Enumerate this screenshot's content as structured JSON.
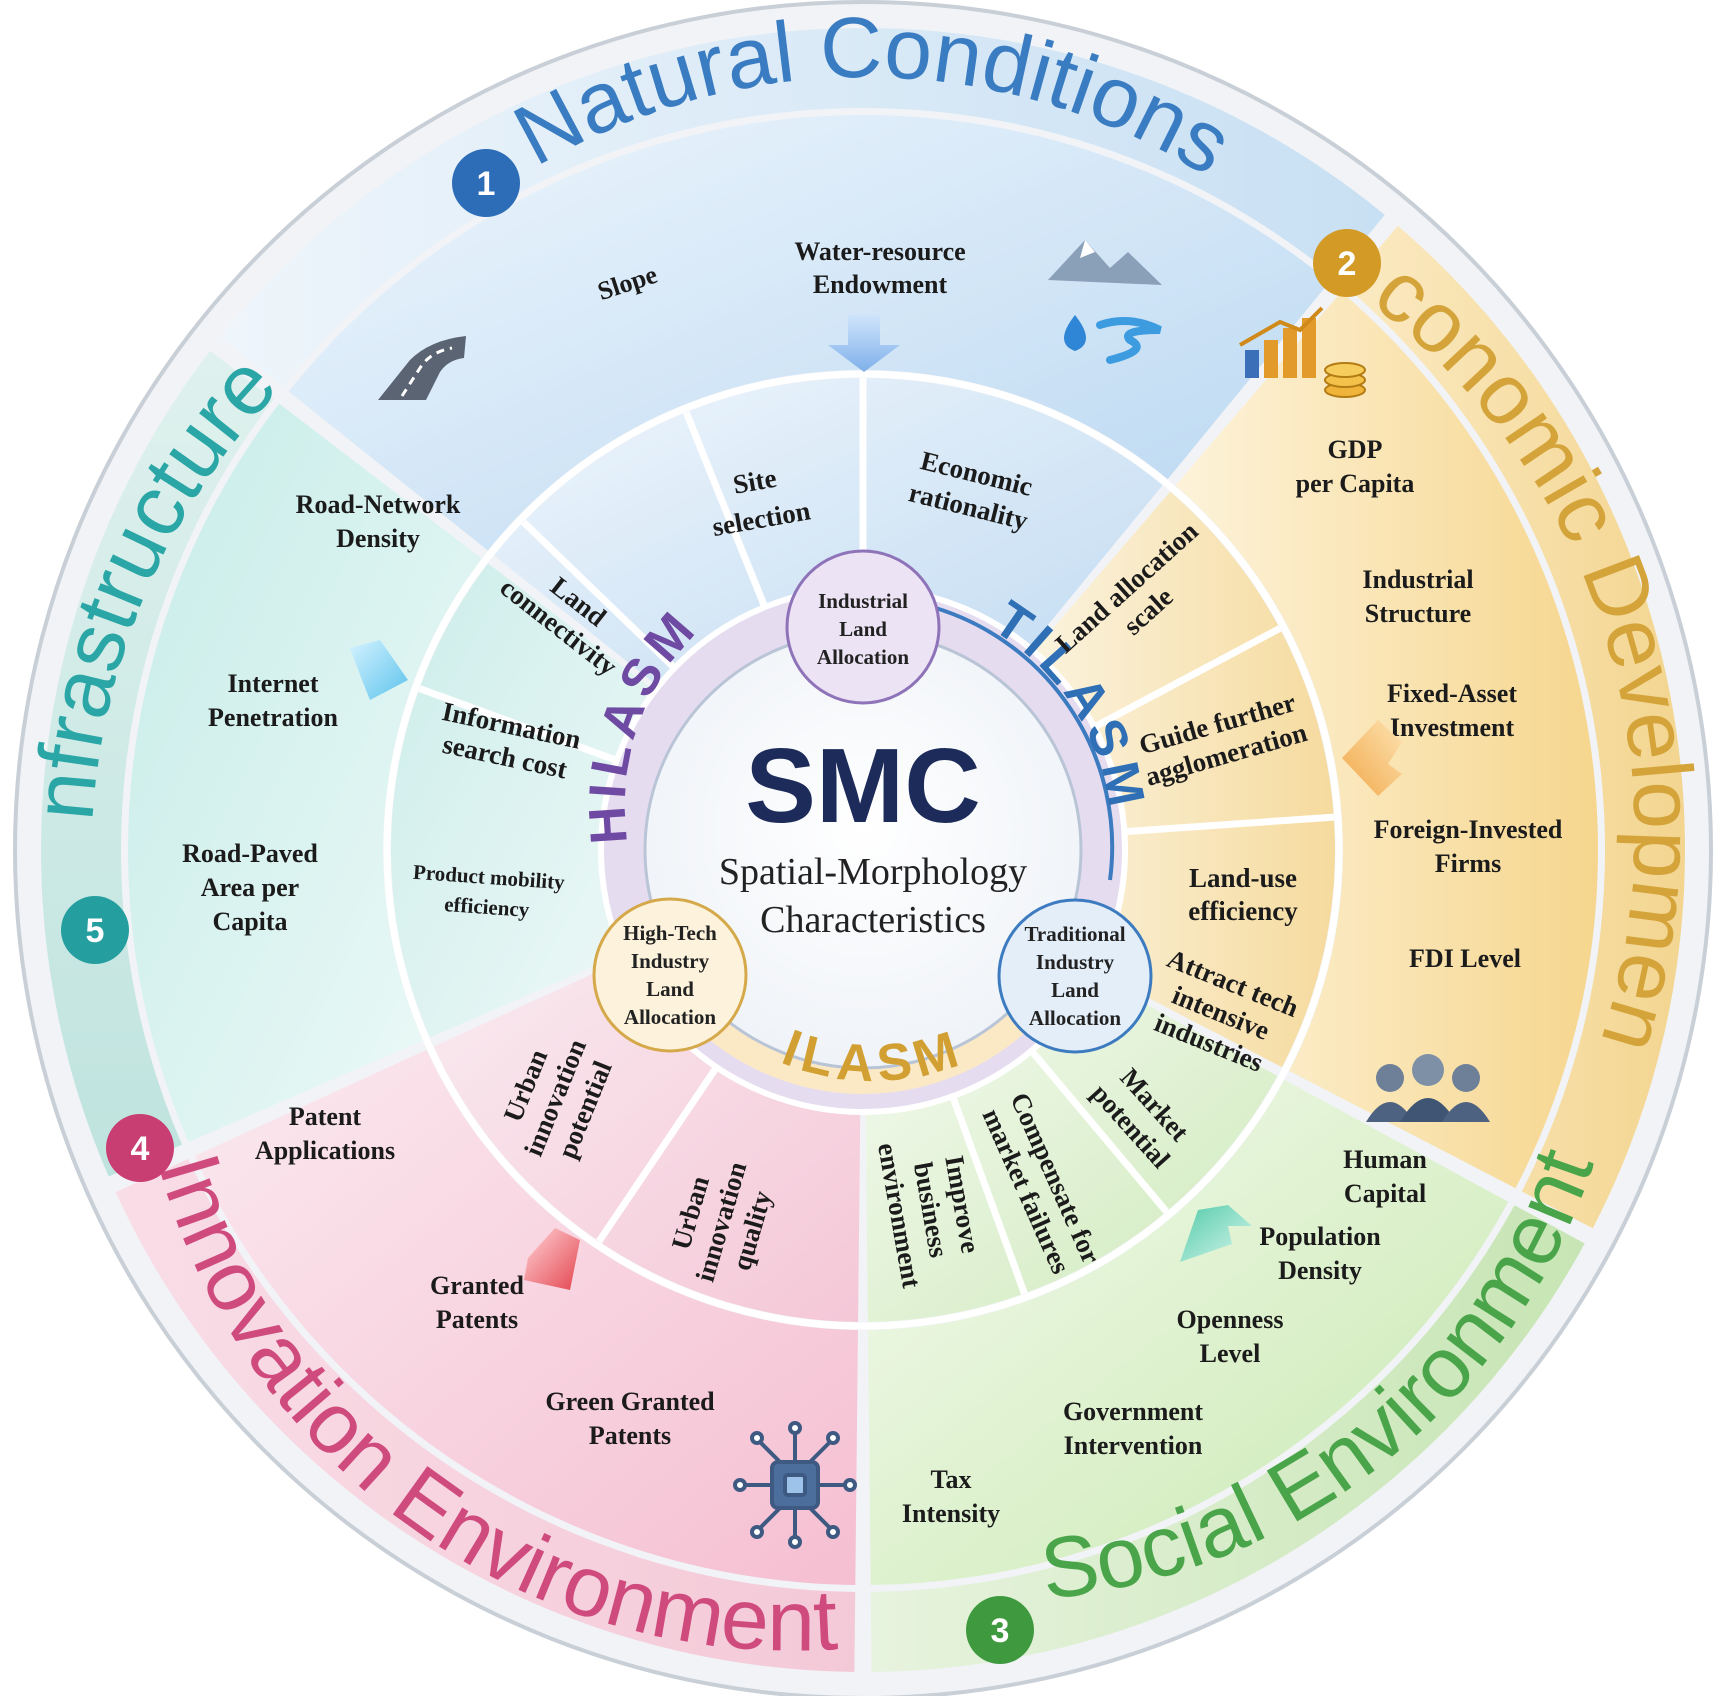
{
  "center": {
    "title": "SMC",
    "subtitle_line1": "Spatial-Morphology",
    "subtitle_line2": "Characteristics"
  },
  "ring_labels": {
    "hilasm": "HILASM",
    "tilasm": "TILASM",
    "ilasm": "ILASM"
  },
  "allocation_circles": {
    "industrial": [
      "Industrial",
      "Land",
      "Allocation"
    ],
    "high_tech": [
      "High-Tech",
      "Industry",
      "Land",
      "Allocation"
    ],
    "traditional": [
      "Traditional",
      "Industry",
      "Land",
      "Allocation"
    ]
  },
  "sectors": {
    "natural": {
      "number": "1",
      "title": "Natural Conditions",
      "color": "#3a7cc2",
      "indicators": [
        "Slope",
        "Water-resource",
        "Endowment"
      ],
      "mechanisms": [
        [
          "Site",
          "selection"
        ],
        [
          "Economic",
          "rationality"
        ]
      ]
    },
    "economic": {
      "number": "2",
      "title": "Economic Development",
      "color": "#d4a43a",
      "indicators": [
        [
          "GDP",
          "per Capita"
        ],
        [
          "Industrial",
          "Structure"
        ],
        [
          "Fixed-Asset",
          "Investment"
        ],
        [
          "Foreign-Invested",
          "Firms"
        ],
        [
          "FDI Level"
        ]
      ],
      "mechanisms": [
        [
          "Land allocation",
          "scale"
        ],
        [
          "Guide further",
          "agglomeration"
        ],
        [
          "Land-use",
          "efficiency"
        ]
      ]
    },
    "social": {
      "number": "3",
      "title": "Social Environment",
      "color": "#4aa54a",
      "indicators": [
        [
          "Human",
          "Capital"
        ],
        [
          "Population",
          "Density"
        ],
        [
          "Openness",
          "Level"
        ],
        [
          "Government",
          "Intervention"
        ],
        [
          "Tax",
          "Intensity"
        ]
      ],
      "mechanisms": [
        [
          "Attract tech",
          "intensive",
          "industries"
        ],
        [
          "Market",
          "potential"
        ],
        [
          "Compensate for",
          "market failures"
        ],
        [
          "Improve",
          "business",
          "environment"
        ]
      ]
    },
    "innovation": {
      "number": "4",
      "title": "Innovation Environment",
      "color": "#cf4b7e",
      "indicators": [
        [
          "Patent",
          "Applications"
        ],
        [
          "Granted",
          "Patents"
        ],
        [
          "Green Granted",
          "Patents"
        ]
      ],
      "mechanisms": [
        [
          "Urban",
          "innovation",
          "potential"
        ],
        [
          "Urban",
          "innovation",
          "quality"
        ]
      ]
    },
    "infrastructure": {
      "number": "5",
      "title": "Infrastructure",
      "color": "#2aa6a6",
      "indicators": [
        [
          "Road-Network",
          "Density"
        ],
        [
          "Internet",
          "Penetration"
        ],
        [
          "Road-Paved",
          "Area per",
          "Capita"
        ]
      ],
      "mechanisms": [
        [
          "Land",
          "connectivity"
        ],
        [
          "Information",
          "search cost"
        ],
        [
          "Product mobility",
          "efficiency"
        ]
      ]
    }
  },
  "icons": [
    "mountain-water-icon",
    "bar-chart-coins-icon",
    "people-group-icon",
    "circuit-chip-icon",
    "road-icon"
  ]
}
